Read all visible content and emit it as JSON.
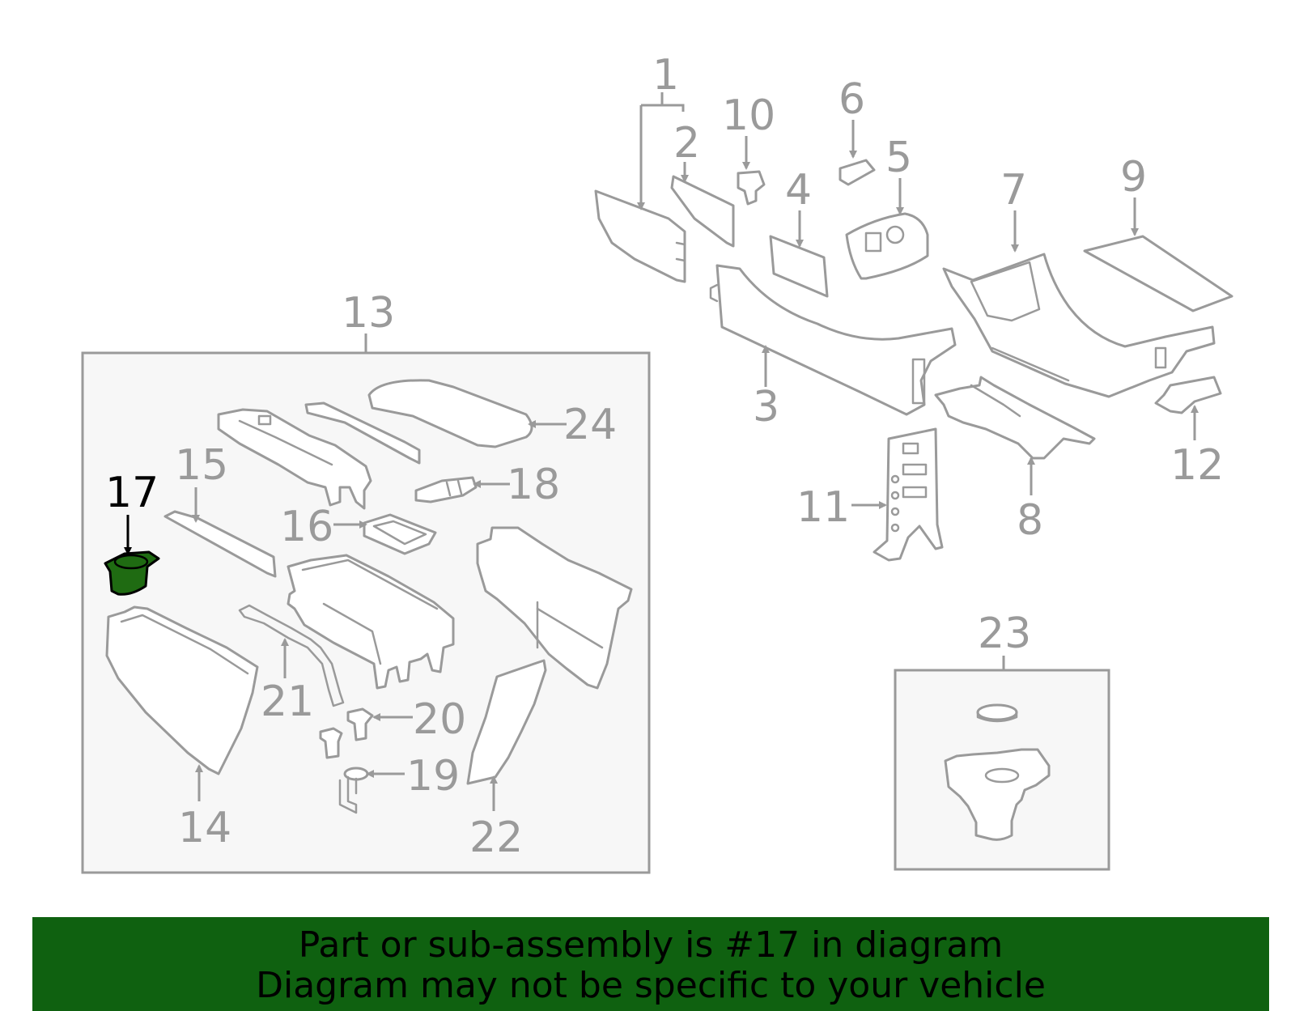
{
  "diagram": {
    "highlight_part": "17",
    "highlight_color": "#1f6b12",
    "banner_color": "#0f6110",
    "line_color": "#9a9a9a",
    "callouts": {
      "c1": "1",
      "c2": "2",
      "c3": "3",
      "c4": "4",
      "c5": "5",
      "c6": "6",
      "c7": "7",
      "c8": "8",
      "c9": "9",
      "c10": "10",
      "c11": "11",
      "c12": "12",
      "c13": "13",
      "c14": "14",
      "c15": "15",
      "c16": "16",
      "c17": "17",
      "c18": "18",
      "c19": "19",
      "c20": "20",
      "c21": "21",
      "c22": "22",
      "c23": "23",
      "c24": "24"
    }
  },
  "banner": {
    "line1": "Part or sub-assembly is #17 in diagram",
    "line2": "Diagram may not be specific to your vehicle"
  }
}
